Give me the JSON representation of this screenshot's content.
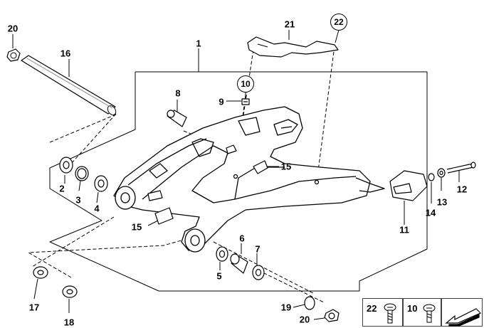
{
  "callouts": [
    {
      "id": "p20a",
      "text": "20"
    },
    {
      "id": "p16",
      "text": "16"
    },
    {
      "id": "p1",
      "text": "1"
    },
    {
      "id": "p21",
      "text": "21"
    },
    {
      "id": "p22",
      "text": "22"
    },
    {
      "id": "p10",
      "text": "10"
    },
    {
      "id": "p8",
      "text": "8"
    },
    {
      "id": "p9",
      "text": "9"
    },
    {
      "id": "p15a",
      "text": "15"
    },
    {
      "id": "p2",
      "text": "2"
    },
    {
      "id": "p3",
      "text": "3"
    },
    {
      "id": "p4",
      "text": "4"
    },
    {
      "id": "p15b",
      "text": "15"
    },
    {
      "id": "p6",
      "text": "6"
    },
    {
      "id": "p7",
      "text": "7"
    },
    {
      "id": "p5",
      "text": "5"
    },
    {
      "id": "p11",
      "text": "11"
    },
    {
      "id": "p12",
      "text": "12"
    },
    {
      "id": "p13",
      "text": "13"
    },
    {
      "id": "p14",
      "text": "14"
    },
    {
      "id": "p17",
      "text": "17"
    },
    {
      "id": "p18",
      "text": "18"
    },
    {
      "id": "p19",
      "text": "19"
    },
    {
      "id": "p20b",
      "text": "20"
    }
  ],
  "legend": [
    {
      "text": "22",
      "icon": "bolt-icon"
    },
    {
      "text": "10",
      "icon": "bolt-icon"
    },
    {
      "text": "",
      "icon": "direction-arrow-icon"
    }
  ]
}
